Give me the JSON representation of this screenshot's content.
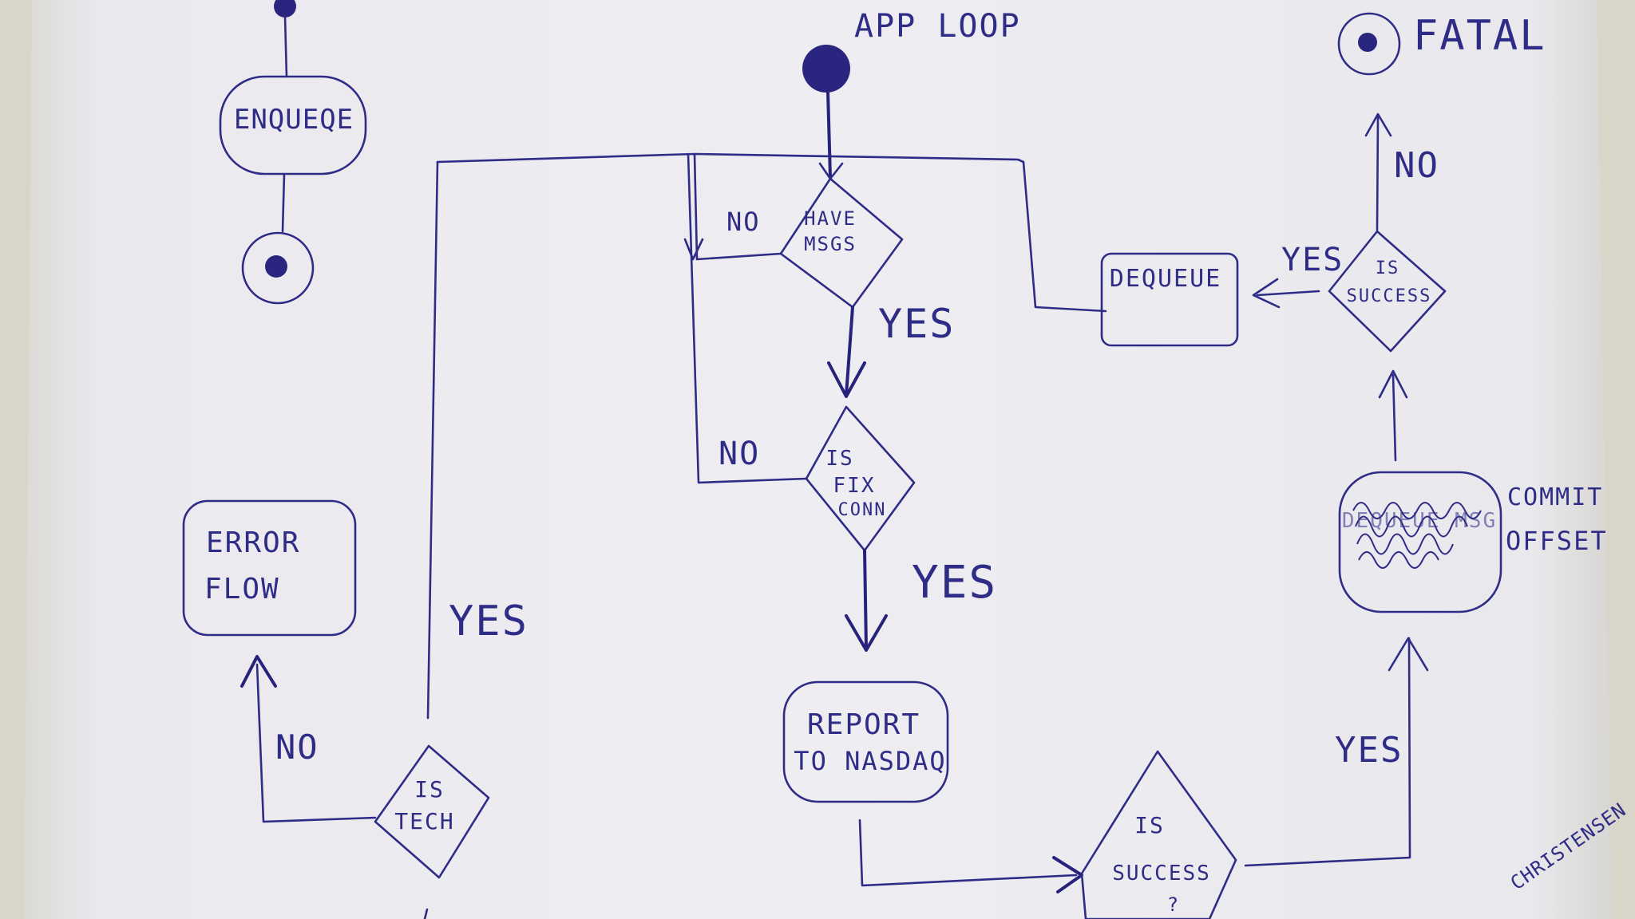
{
  "diagram": {
    "start_label": "APP LOOP",
    "fatal_label": "FATAL",
    "nodes": {
      "enqueue": "ENQUEQE",
      "have_msgs": [
        "HAVE",
        "MSGS"
      ],
      "is_fix_conn": [
        "IS",
        "FIX",
        "CONN"
      ],
      "report": [
        "REPORT",
        "TO NASDAQ"
      ],
      "is_success_bottom": [
        "IS",
        "SUCCESS",
        "?"
      ],
      "commit_offset": [
        "COMMIT",
        "OFFSET"
      ],
      "commit_box_scribble": "DEQUEUE MSG",
      "is_success_right": [
        "IS",
        "SUCCESS"
      ],
      "dequeue": "DEQUEUE",
      "is_tech": [
        "IS",
        "TECH"
      ],
      "error_flow": [
        "ERROR",
        "FLOW"
      ]
    },
    "edges": {
      "have_msgs_no": "NO",
      "have_msgs_yes": "YES",
      "fix_no": "NO",
      "fix_yes": "YES",
      "success_bottom_yes": "YES",
      "success_right_yes": "YES",
      "success_right_no": "NO",
      "is_tech_yes": "YES",
      "is_tech_no": "NO"
    },
    "signature": "CHRISTENSEN"
  }
}
